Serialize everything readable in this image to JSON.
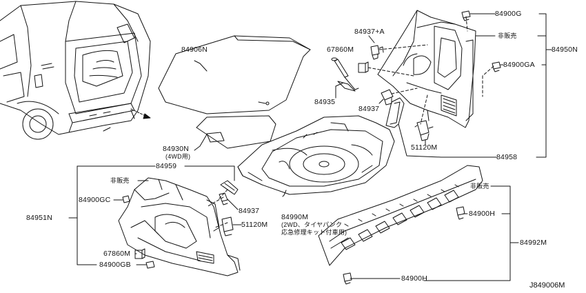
{
  "diagram_code": "J849006M",
  "labels": {
    "p84906N": "84906N",
    "p84930N": "84930N",
    "p84930N_note": "(4WD用)",
    "p84935": "84935",
    "p67860M_top": "67860M",
    "p84937A": "84937+A",
    "p84937_top": "84937",
    "p84900G": "84900G",
    "p84900GA": "84900GA",
    "p84950N": "84950N",
    "hihanbai_top": "非販売",
    "p51120M_top": "51120M",
    "p84958": "84958",
    "p84959": "84959",
    "hihanbai_left": "非販売",
    "p84900GC": "84900GC",
    "p84951N": "84951N",
    "p84937_left": "84937",
    "p51120M_left": "51120M",
    "p67860M_left": "67860M",
    "p84900GB": "84900GB",
    "p84990M": "84990M",
    "p84990M_note1": "(2WD、タイヤパンク",
    "p84990M_note2": "応急修理キット付車用)",
    "hihanbai_right": "非販売",
    "p84900H_upper": "84900H",
    "p84992M": "84992M",
    "p84900H_lower": "84900H"
  }
}
